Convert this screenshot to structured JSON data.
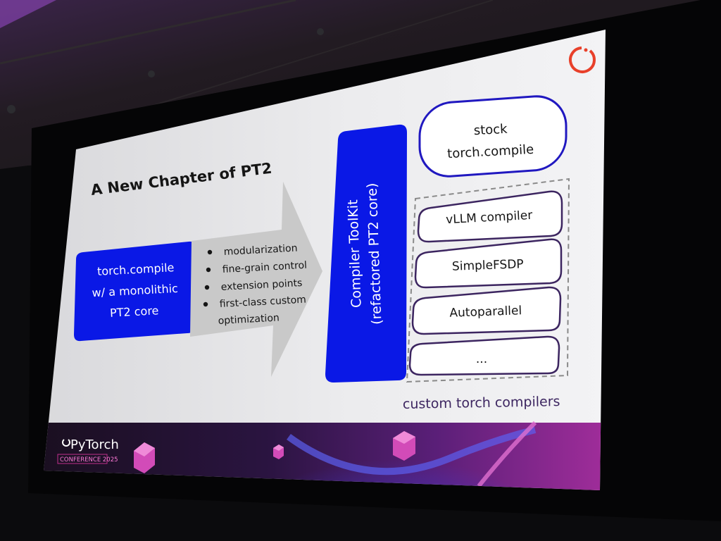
{
  "slide": {
    "title": "A New Chapter of PT2",
    "left_box_lines": [
      "torch.compile",
      "w/ a monolithic",
      "PT2 core"
    ],
    "bullets": [
      "modularization",
      "fine-grain control",
      "extension points",
      "first-class custom",
      "optimization"
    ],
    "toolkit_lines": [
      "Compiler ToolKit",
      "(refactored PT2 core)"
    ],
    "stock_lines": [
      "stock",
      "torch.compile"
    ],
    "compilers": [
      "vLLM compiler",
      "SimpleFSDP",
      "Autoparallel",
      "..."
    ],
    "group_label": "custom torch compilers",
    "footer_brand": "PyTorch",
    "footer_event": "CONFERENCE 2025"
  },
  "colors": {
    "blue_box": "#0a18e6",
    "outline_purple": "#3c2560",
    "stock_outline": "#2018c0",
    "arrow_gray": "#c9c9c9",
    "footer_magenta": "#c02f8c",
    "logo_red": "#e8402a"
  },
  "icons": [
    "pytorch-logo-icon",
    "bullet-icon"
  ]
}
